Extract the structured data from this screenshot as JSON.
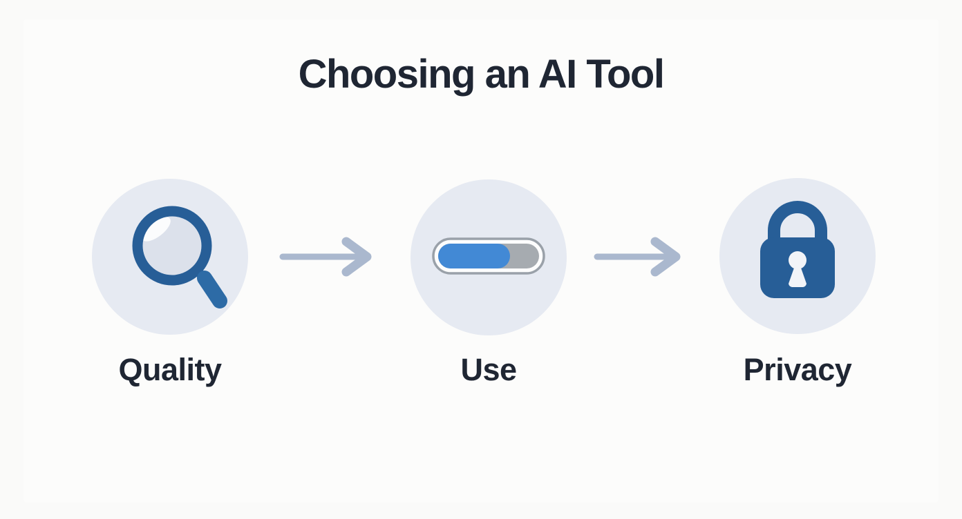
{
  "page": {
    "title": "Choosing an AI Tool"
  },
  "flow": {
    "steps": [
      {
        "label": "Quality",
        "icon": "magnifier-icon"
      },
      {
        "label": "Use",
        "icon": "toggle-switch-icon"
      },
      {
        "label": "Privacy",
        "icon": "padlock-icon"
      }
    ],
    "connector_icon": "arrow-right-icon"
  },
  "colors": {
    "icon_blue": "#275e97",
    "toggle_blue": "#4289d5",
    "toggle_track_gray": "#a6abb0",
    "toggle_outline_gray": "#9aa1a9",
    "circle_background": "#e6eaf2",
    "lens_fill": "#dce1eb",
    "arrow_gray": "#aab8ce",
    "text_dark": "#1f2633",
    "page_background": "#fafaf9"
  }
}
